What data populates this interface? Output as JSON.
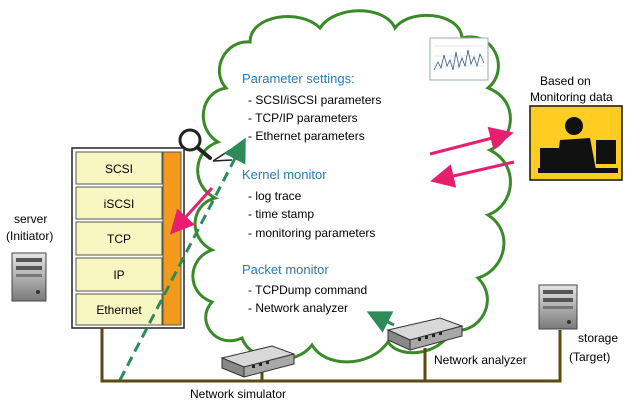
{
  "cloud": {
    "sections": [
      {
        "heading": "Parameter settings:",
        "items": [
          "- SCSI/iSCSI parameters",
          "- TCP/IP parameters",
          "- Ethernet parameters"
        ]
      },
      {
        "heading": "Kernel monitor",
        "items": [
          "- log trace",
          "- time stamp",
          "- monitoring parameters"
        ]
      },
      {
        "heading": "Packet monitor",
        "items": [
          "- TCPDump command",
          "- Network analyzer"
        ]
      }
    ]
  },
  "stack": {
    "layers": [
      "SCSI",
      "iSCSI",
      "TCP",
      "IP",
      "Ethernet"
    ]
  },
  "server": {
    "line1": "server",
    "line2": "(Initiator)"
  },
  "storage": {
    "line1": "storage",
    "line2": "(Target)"
  },
  "monitoring": {
    "line1": "Based on",
    "line2": "Monitoring data"
  },
  "devices": {
    "analyzer_label": "Network analyzer",
    "simulator_label": "Network simulator"
  },
  "colors": {
    "cloud_stroke": "#3a8a2a",
    "heading_blue": "#2a7ab8",
    "layer_fill": "#f8f7c2",
    "bar_orange": "#f39a1c",
    "arrow_pink": "#e6206e",
    "dash_green": "#2e8b57",
    "wire_olive": "#5a4a10"
  }
}
